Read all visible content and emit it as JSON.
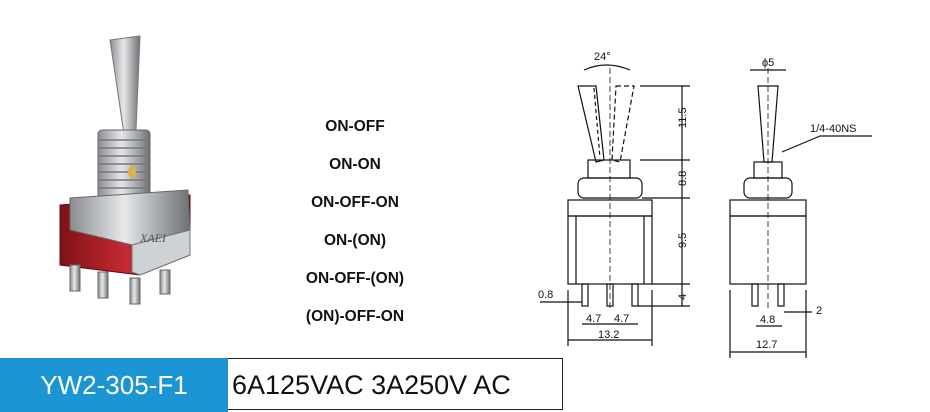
{
  "product": {
    "brand_mark": "XAEI",
    "model": "YW2-305-F1",
    "rating": "6A125VAC 3A250V AC"
  },
  "modes": [
    "ON-OFF",
    "ON-ON",
    "ON-OFF-ON",
    "ON-(ON)",
    "ON-OFF-(ON)",
    "(ON)-OFF-ON"
  ],
  "dimensions": {
    "angle": "24°",
    "diameter": "ϕ5",
    "thread": "1/4-40NS",
    "lever_height": "11.5",
    "bushing_height": "8.8",
    "body_height": "9.5",
    "terminal_length": "4",
    "terminal_width": "0.8",
    "pitch_left": "4.7",
    "pitch_right": "4.7",
    "body_width": "13.2",
    "side_pitch": "4.8",
    "side_gap": "2",
    "side_width": "12.7"
  },
  "colors": {
    "model_bg": "#1c95d4",
    "body_red": "#b3202a"
  }
}
